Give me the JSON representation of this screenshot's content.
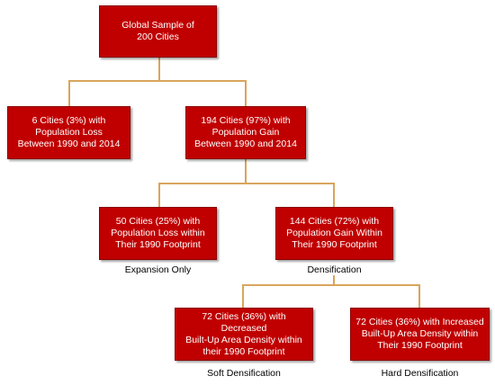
{
  "diagram": {
    "root": {
      "text": "Global Sample of\n200 Cities"
    },
    "level1": [
      {
        "text": "6 Cities (3%) with\nPopulation Loss\nBetween 1990 and 2014"
      },
      {
        "text": "194 Cities (97%) with\nPopulation Gain\nBetween 1990 and 2014"
      }
    ],
    "level2": [
      {
        "text": "50 Cities (25%) with\nPopulation Loss within\nTheir 1990 Footprint",
        "caption": "Expansion Only"
      },
      {
        "text": "144 Cities (72%) with\nPopulation Gain Within\nTheir 1990 Footprint",
        "caption": "Densification"
      }
    ],
    "level3": [
      {
        "text": "72 Cities (36%) with Decreased\nBuilt-Up Area Density within\ntheir 1990 Footprint",
        "caption": "Soft Densification"
      },
      {
        "text": "72 Cities (36%) with Increased\nBuilt-Up Area Density within\nTheir 1990 Footprint",
        "caption": "Hard Densification"
      }
    ]
  },
  "colors": {
    "box_fill": "#c00000",
    "box_text": "#ffffff",
    "connector": "#d9a55b"
  }
}
